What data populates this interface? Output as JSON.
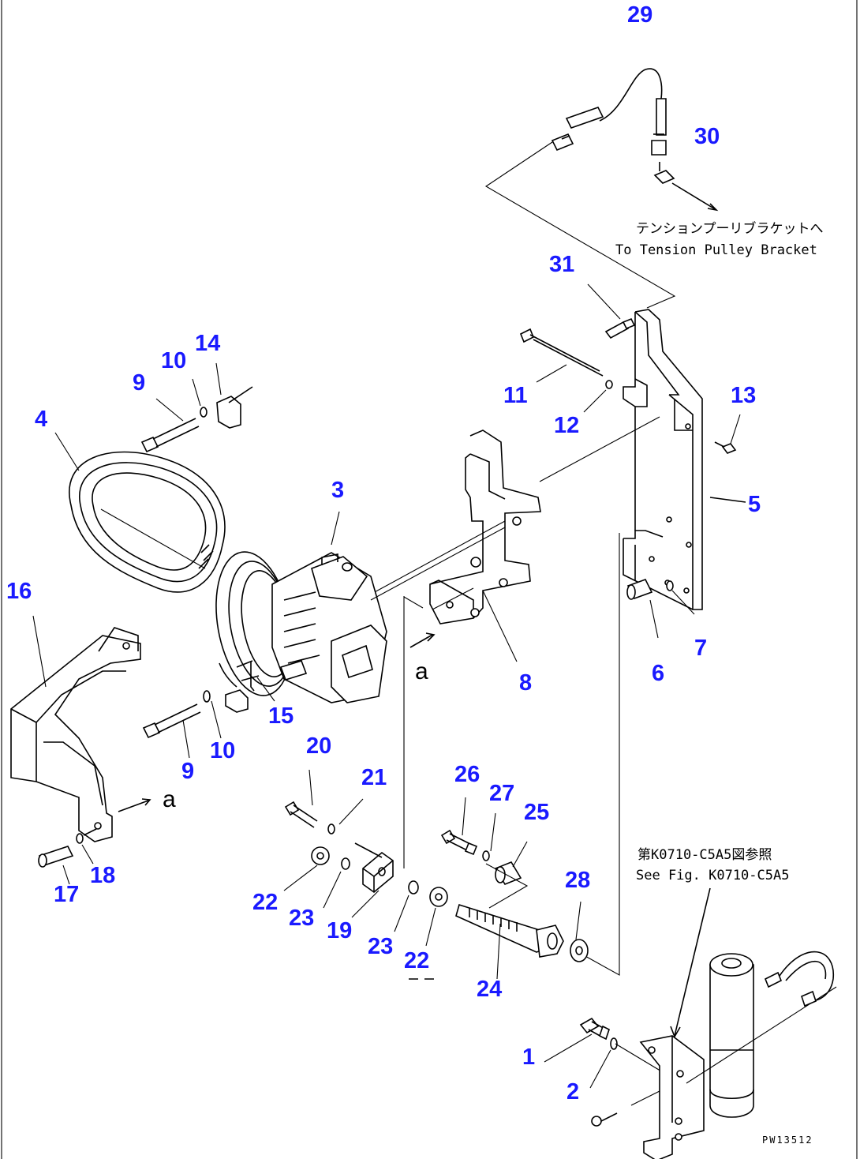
{
  "diagram": {
    "part_labels": [
      {
        "id": "29",
        "text": "29"
      },
      {
        "id": "30",
        "text": "30"
      },
      {
        "id": "31",
        "text": "31"
      },
      {
        "id": "14",
        "text": "14"
      },
      {
        "id": "10a",
        "text": "10"
      },
      {
        "id": "9a",
        "text": "9"
      },
      {
        "id": "4",
        "text": "4"
      },
      {
        "id": "11",
        "text": "11"
      },
      {
        "id": "12",
        "text": "12"
      },
      {
        "id": "13",
        "text": "13"
      },
      {
        "id": "3",
        "text": "3"
      },
      {
        "id": "5",
        "text": "5"
      },
      {
        "id": "16",
        "text": "16"
      },
      {
        "id": "7",
        "text": "7"
      },
      {
        "id": "6",
        "text": "6"
      },
      {
        "id": "8",
        "text": "8"
      },
      {
        "id": "15",
        "text": "15"
      },
      {
        "id": "9b",
        "text": "9"
      },
      {
        "id": "10b",
        "text": "10"
      },
      {
        "id": "20",
        "text": "20"
      },
      {
        "id": "21",
        "text": "21"
      },
      {
        "id": "26",
        "text": "26"
      },
      {
        "id": "27",
        "text": "27"
      },
      {
        "id": "25",
        "text": "25"
      },
      {
        "id": "28",
        "text": "28"
      },
      {
        "id": "18",
        "text": "18"
      },
      {
        "id": "17",
        "text": "17"
      },
      {
        "id": "22a",
        "text": "22"
      },
      {
        "id": "23a",
        "text": "23"
      },
      {
        "id": "19",
        "text": "19"
      },
      {
        "id": "23b",
        "text": "23"
      },
      {
        "id": "22b",
        "text": "22"
      },
      {
        "id": "24",
        "text": "24"
      },
      {
        "id": "1",
        "text": "1"
      },
      {
        "id": "2",
        "text": "2"
      }
    ],
    "notes": {
      "tension_jp": "テンションプーリブラケットへ",
      "tension_en": "To Tension Pulley Bracket",
      "see_fig_jp": "第K0710-C5A5図参照",
      "see_fig_en": "See Fig. K0710-C5A5"
    },
    "view_markers": {
      "a_upper": "a",
      "a_lower": "a"
    },
    "drawing_code": "PW13512"
  }
}
